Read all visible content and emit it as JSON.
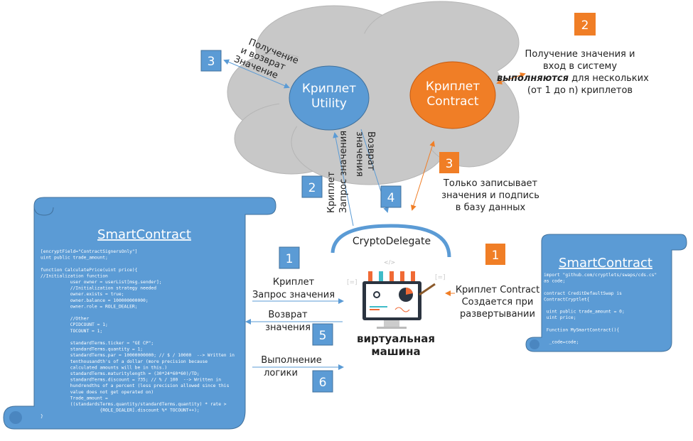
{
  "colors": {
    "blue": "#5B9BD5",
    "orange": "#F07E26",
    "cloud": "#C8C8C8",
    "text": "#222222"
  },
  "cloud": {
    "utility": [
      "Криплет",
      "Utility"
    ],
    "contract": [
      "Криплет",
      "Contract"
    ],
    "left_badge": "3",
    "left_label": [
      "Получение",
      "и возврат",
      "Значение"
    ],
    "right_badge": "2",
    "right_label": {
      "line1": "Получение значения и",
      "line2": "вход в систему",
      "line3_em": "выполняются",
      "line3_rest": " для нескольких",
      "line4": "(от 1 до n) криплетов"
    },
    "bottom_badge_2": "2",
    "bottom_badge_4": "4",
    "request_label": [
      "Криплет",
      "Запрос значения"
    ],
    "return_label": [
      "Возврат",
      "значения"
    ],
    "db_badge": "3",
    "db_label": [
      "Только записывает",
      "значения и подпись",
      "в базу данных"
    ]
  },
  "delegate": {
    "title": "CryptoDelegate",
    "vm": [
      "виртуальная",
      "машина"
    ]
  },
  "left_flow": [
    {
      "badge": "1",
      "lines": [
        "Криплет",
        "Запрос значения"
      ]
    },
    {
      "badge": "5",
      "lines": [
        "Возврат",
        "значения"
      ]
    },
    {
      "badge": "6",
      "lines": [
        "Выполнение",
        "логики"
      ]
    }
  ],
  "right_flow": {
    "badge": "1",
    "lines": [
      "Криплет Contract",
      "Создается при",
      "развертывании"
    ]
  },
  "left_contract": {
    "title": "SmartContract",
    "code": [
      "[encryptField=\"ContractSignersOnly\"]",
      "uint public trade_amount;",
      "",
      "function CalculatePrice(uint price){",
      "//Initialization function",
      "           user owner = userList[msg.sender];",
      "           //Initialization strategy needed",
      "           owner.exists = true;",
      "           owner.balance = 100000000000;",
      "           owner.role = ROLE_DEALER;",
      "",
      "           //Other",
      "           CPIDCOUNT = 1;",
      "           TOCOUNT = 1;",
      "",
      "           standardTerms.ticker = \"GE CP\";",
      "           standardTerms.quantity = 1;",
      "           standardTerms.par = 10000000000; // $ / 10000  --> Written in",
      "           tenthousandth's of a dollar (more precision because",
      "           calculated amounts will be in this.)",
      "           standardTerms.maturitylength = (30*24*60*60)/TD;",
      "           standardTerms.discount = 735; // % / 100  --> Written in",
      "           hundrendths of a percent (less precision allowed since this",
      "           value does not get operated on)",
      "           Trade_amount =",
      "           ((standardsTerms.quantity/standardTerms.quantity) * rate >",
      "                      {ROLE_DEALER].discount %* TOCOUNT++);",
      "}"
    ]
  },
  "right_contract": {
    "title": "SmartContract",
    "code": [
      "import \"github.com/cryptlets/swaps/cds.cs\"",
      "as code;",
      "",
      "contract CreditDefaultSwap is",
      "ContractCryptlet{",
      "",
      " uint public trade_amount = 0;",
      " uint price;",
      "",
      " Function MySmartContract(){",
      "",
      "  _code=code;"
    ]
  }
}
